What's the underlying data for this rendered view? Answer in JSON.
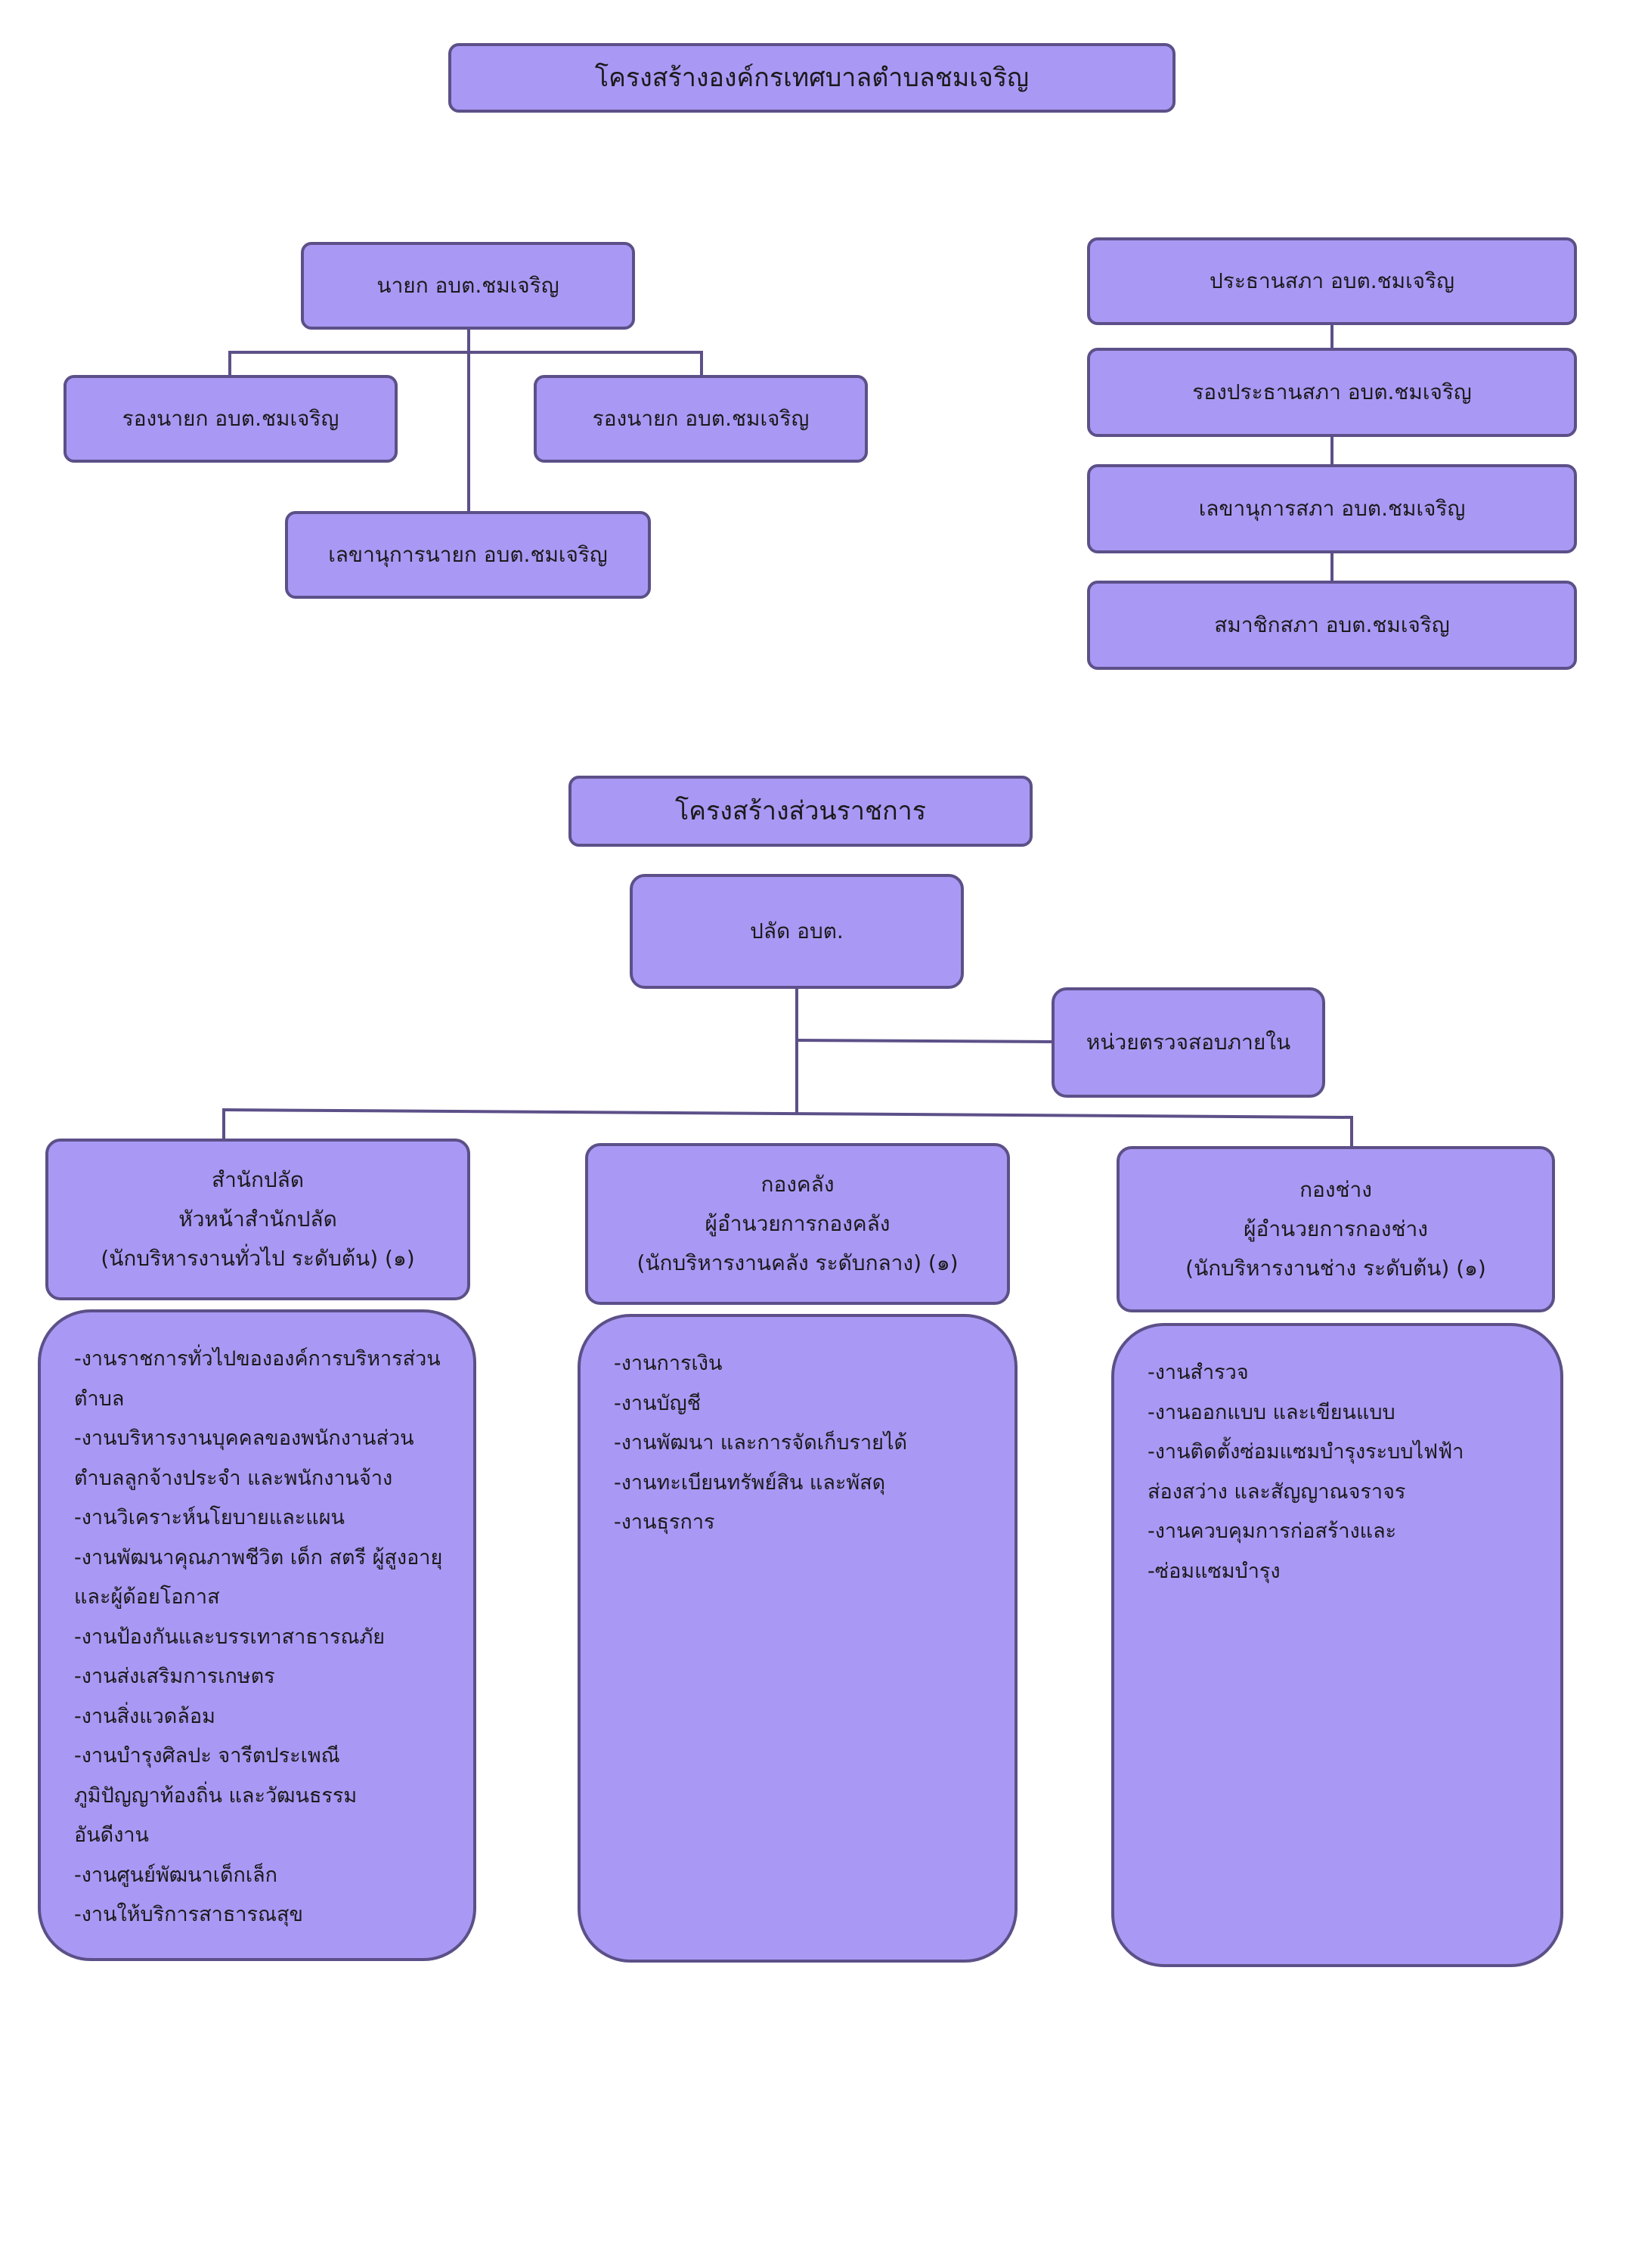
{
  "org_title": "โครงสร้างองค์กรเทศบาลตำบลชมเจริญ",
  "executive": {
    "mayor": "นายก อบต.ชมเจริญ",
    "deputy_left": "รองนายก อบต.ชมเจริญ",
    "deputy_right": "รองนายก อบต.ชมเจริญ",
    "secretary": "เลขานุการนายก อบต.ชมเจริญ"
  },
  "council": {
    "president": "ประธานสภา อบต.ชมเจริญ",
    "vice_president": "รองประธานสภา อบต.ชมเจริญ",
    "secretary": "เลขานุการสภา อบต.ชมเจริญ",
    "members": "สมาชิกสภา อบต.ชมเจริญ"
  },
  "admin_title": "โครงสร้างส่วนราชการ",
  "palad": "ปลัด อบต.",
  "internal_audit": "หน่วยตรวจสอบภายใน",
  "departments": [
    {
      "name": "สำนักปลัด",
      "head": "หัวหน้าสำนักปลัด",
      "position": "(นักบริหารงานทั่วไป ระดับต้น) (๑)",
      "tasks": [
        "-งานราชการทั่วไปขององค์การบริหารส่วน",
        "ตำบล",
        "-งานบริหารงานบุคคลของพนักงานส่วน",
        "ตำบลลูกจ้างประจำ และพนักงานจ้าง",
        "-งานวิเคราะห์นโยบายและแผน",
        "-งานพัฒนาคุณภาพชีวิต เด็ก สตรี ผู้สูงอายุ",
        "และผู้ด้อยโอกาส",
        "-งานป้องกันและบรรเทาสาธารณภัย",
        "-งานส่งเสริมการเกษตร",
        "-งานสิ่งแวดล้อม",
        "-งานบำรุงศิลปะ จารีตประเพณี",
        "ภูมิปัญญาท้องถิ่น และวัฒนธรรม",
        "อันดีงาน",
        "-งานศูนย์พัฒนาเด็กเล็ก",
        "-งานให้บริการสาธารณสุข"
      ]
    },
    {
      "name": "กองคลัง",
      "head": "ผู้อำนวยการกองคลัง",
      "position": "(นักบริหารงานคลัง ระดับกลาง) (๑)",
      "tasks": [
        "-งานการเงิน",
        "-งานบัญชี",
        "-งานพัฒนา และการจัดเก็บรายได้",
        "-งานทะเบียนทรัพย์สิน และพัสดุ",
        "-งานธุรการ"
      ]
    },
    {
      "name": "กองช่าง",
      "head": "ผู้อำนวยการกองช่าง",
      "position": "(นักบริหารงานช่าง ระดับต้น) (๑)",
      "tasks": [
        "-งานสำรวจ",
        "-งานออกแบบ และเขียนแบบ",
        "-งานติดตั้งซ่อมแซมบำรุงระบบไฟฟ้า",
        "ส่องสว่าง และสัญญาณจราจร",
        "-งานควบคุมการก่อสร้างและ",
        "-ซ่อมแซมบำรุง"
      ]
    }
  ],
  "colors": {
    "box_fill": "#a999f4",
    "box_border": "#5d5088",
    "connector": "#5d5088"
  }
}
